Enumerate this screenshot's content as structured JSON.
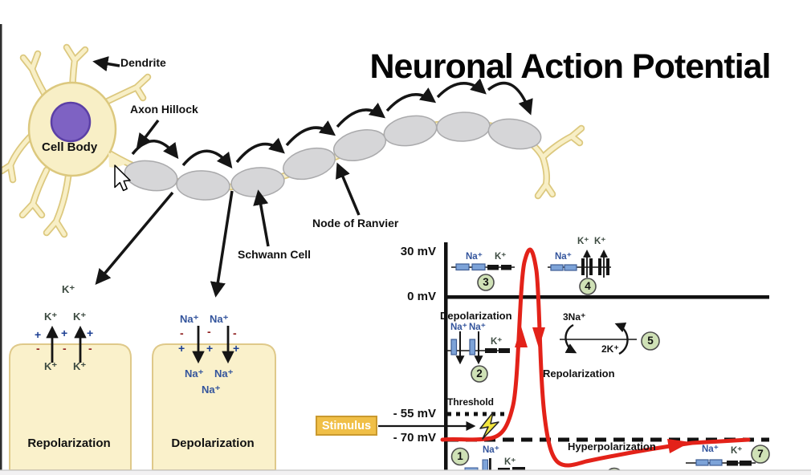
{
  "title": "Neuronal Action Potential",
  "neuron": {
    "dendrite": "Dendrite",
    "axon_hillock": "Axon Hillock",
    "cell_body": "Cell Body",
    "node_of_ranvier": "Node of Ranvier",
    "schwann_cell": "Schwann Cell",
    "k_ion_callout": "K⁺"
  },
  "ions": {
    "na": "Na⁺",
    "k": "K⁺",
    "na3": "3Na⁺",
    "k2": "2K⁺",
    "plus": "+",
    "minus": "-"
  },
  "panels": {
    "repolarization": "Repolarization",
    "depolarization": "Depolarization"
  },
  "graph": {
    "y_axis_labels": {
      "peak": "30 mV",
      "zero": "0 mV",
      "threshold": "- 55 mV",
      "resting": "- 70 mV"
    },
    "stimulus_label": "Stimulus",
    "threshold_label": "Threshold",
    "depolarization_label": "Depolarization",
    "repolarization_label": "Repolarization",
    "hyperpolarization_label": "Hyperpolarization",
    "steps": {
      "s1": "1",
      "s2": "2",
      "s3": "3",
      "s4": "4",
      "s5": "5",
      "s7": "7"
    }
  },
  "colors": {
    "curve_red": "#e32219",
    "membrane_yellow": "#faf1cb",
    "membrane_border": "#dfc98a",
    "nucleus_purple": "#7e62c3",
    "myelin_gray": "#d6d6d8",
    "na_channel_blue": "#7da3d8",
    "step_circle_green": "#cfe1b6",
    "stimulus_orange": "#f0bf47"
  }
}
